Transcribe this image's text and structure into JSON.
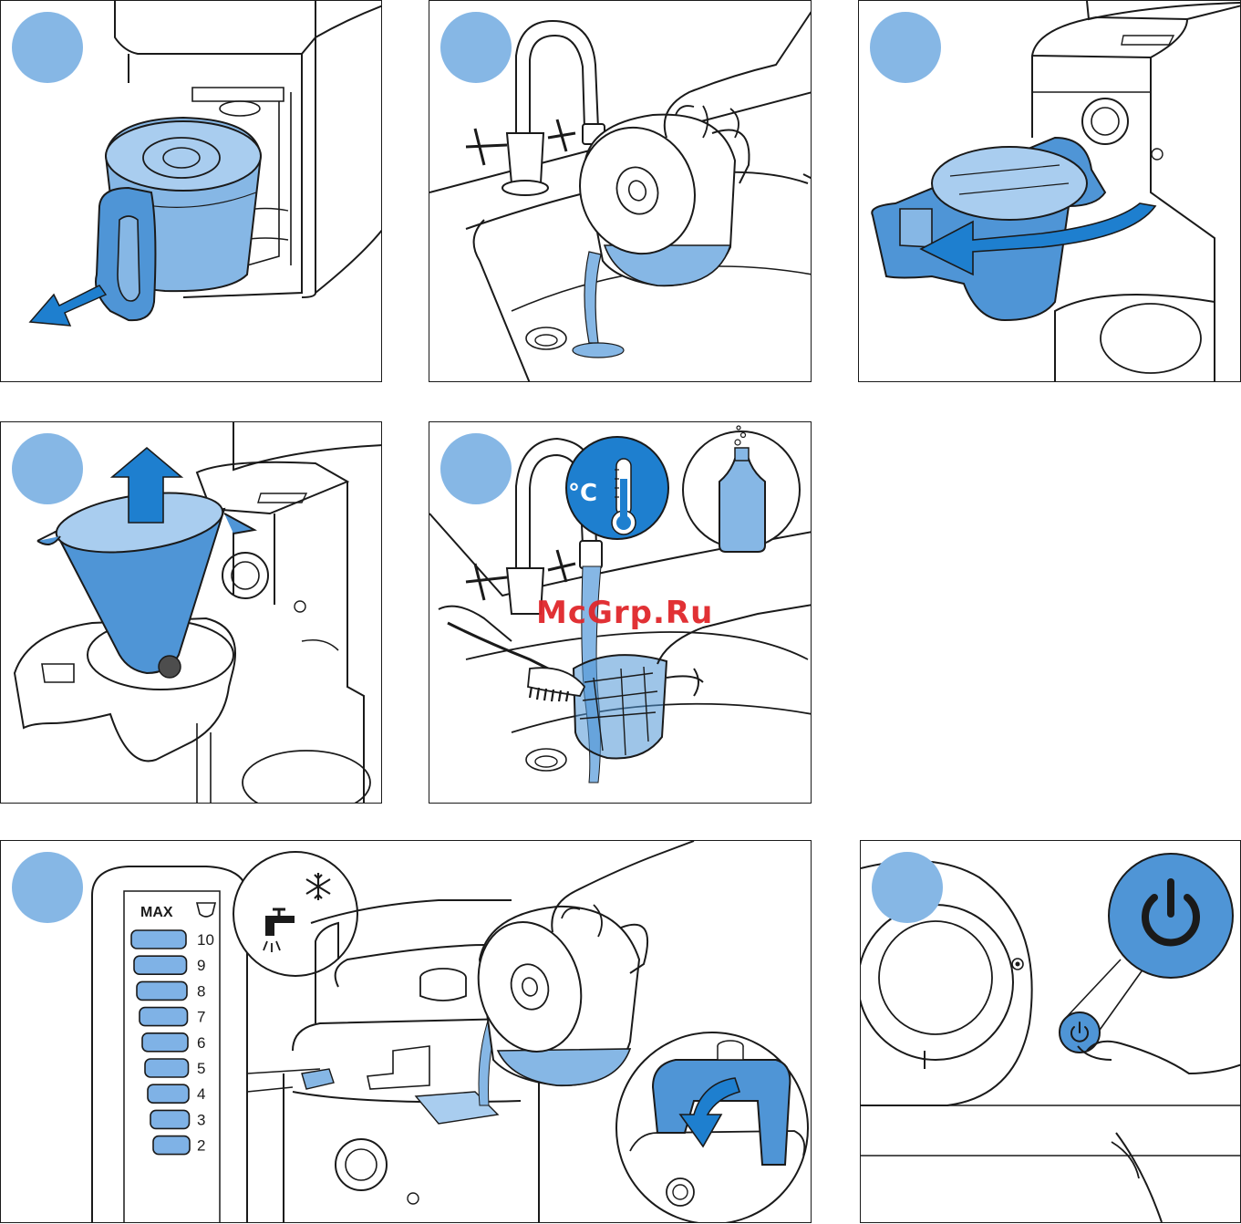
{
  "watermark": "McGrp.Ru",
  "steps": [
    {
      "id": "step-1",
      "icon": "remove-jug"
    },
    {
      "id": "step-2",
      "icon": "empty-jug-sink"
    },
    {
      "id": "step-3",
      "icon": "swing-out-filter-holder"
    },
    {
      "id": "step-4",
      "icon": "lift-out-filter"
    },
    {
      "id": "step-5",
      "icon": "wash-filter-hot-water"
    },
    {
      "id": "step-6",
      "icon": "fill-water-tank"
    },
    {
      "id": "step-7",
      "icon": "press-power-button"
    }
  ],
  "water_scale": {
    "max_label": "MAX",
    "levels": [
      "10",
      "9",
      "8",
      "7",
      "6",
      "5",
      "4",
      "3",
      "2"
    ]
  },
  "temperature_label": "°C",
  "colors": {
    "accent_blue": "#4f95d6",
    "light_blue": "#86b7e5",
    "water_blue": "#7fb2e6",
    "arrow_blue": "#1e7fcf",
    "outline": "#1a1a1a"
  }
}
